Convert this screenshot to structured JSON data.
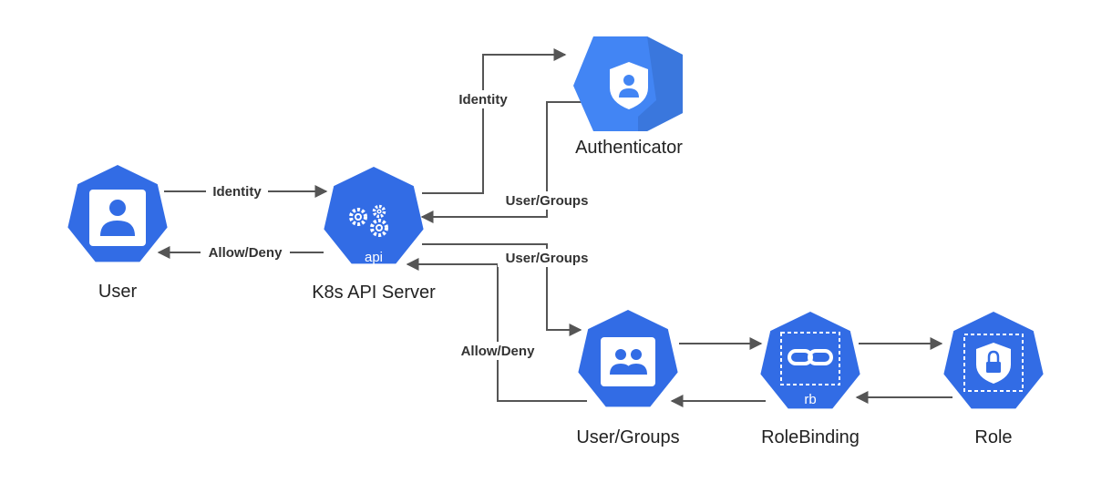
{
  "colors": {
    "node_blue": "#326ce5",
    "auth_blue": "#4285f4",
    "edge": "#555555"
  },
  "nodes": {
    "user": {
      "label": "User",
      "icon": "user-icon"
    },
    "api_server": {
      "label": "K8s API Server",
      "badge": "api",
      "icon": "gears-icon"
    },
    "authenticator": {
      "label": "Authenticator",
      "icon": "shield-user-icon"
    },
    "user_groups": {
      "label": "User/Groups",
      "icon": "group-icon"
    },
    "rolebinding": {
      "label": "RoleBinding",
      "badge": "rb",
      "icon": "link-icon"
    },
    "role": {
      "label": "Role",
      "icon": "lock-shield-icon"
    }
  },
  "edges": {
    "user_to_api": "Identity",
    "api_to_user": "Allow/Deny",
    "api_to_auth": "Identity",
    "auth_to_api": "User/Groups",
    "api_to_groups": "User/Groups",
    "groups_to_api": "Allow/Deny"
  }
}
